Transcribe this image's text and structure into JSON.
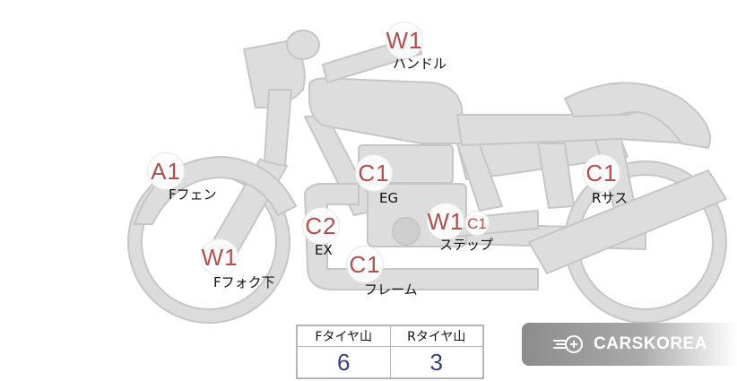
{
  "colors": {
    "part_fill": "#dddddd",
    "part_stroke": "#c6c6c6",
    "badge_text": "#b0504f",
    "badge_ring": "#e6e6e6",
    "value_text": "#34427a"
  },
  "markers": {
    "handle": {
      "code": "W1",
      "label": "ハンドル"
    },
    "front_fender": {
      "code": "A1",
      "label": "Fフェン"
    },
    "engine": {
      "code": "C1",
      "label": "EG"
    },
    "rear_suspension": {
      "code": "C1",
      "label": "Rサス"
    },
    "exhaust": {
      "code": "C2",
      "label": "EX"
    },
    "step": {
      "code": "W1",
      "code2": "C1",
      "label": "ステップ"
    },
    "front_fork": {
      "code": "W1",
      "label": "Fフォク下"
    },
    "frame": {
      "code": "C1",
      "label": "フレーム"
    }
  },
  "tire_table": {
    "front_header": "Fタイヤ山",
    "rear_header": "Rタイヤ山",
    "front_value": "6",
    "rear_value": "3"
  },
  "brand": {
    "name": "CARSKOREA",
    "icon": "carskorea-logo-icon"
  }
}
